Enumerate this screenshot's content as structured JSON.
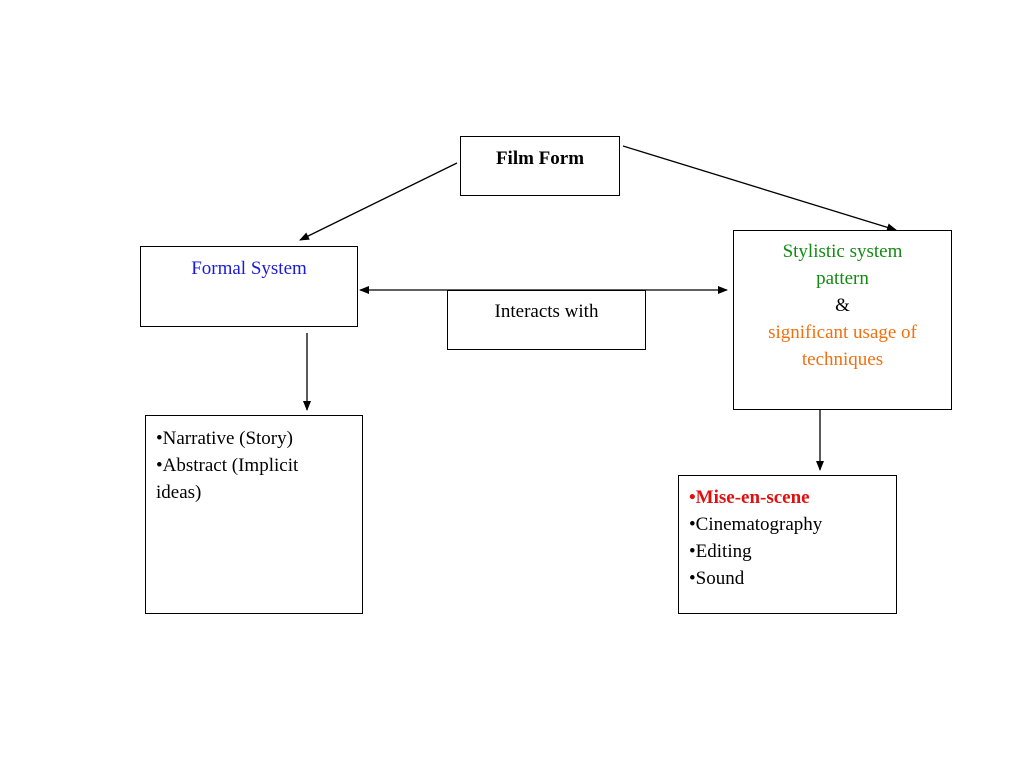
{
  "colors": {
    "formal": "#1a1adc",
    "stylistic": "#138a13",
    "significant": "#f07010",
    "mise": "#e01010"
  },
  "film_form": {
    "label": "Film Form"
  },
  "formal_system": {
    "label": "Formal  System"
  },
  "interacts": {
    "label": "Interacts with"
  },
  "stylistic": {
    "line1": "Stylistic system",
    "line2": "pattern",
    "amp": "&",
    "line3": "significant usage of",
    "line4": "techniques"
  },
  "formal_list": {
    "items": [
      "•Narrative (Story)",
      "•Abstract (Implicit",
      "ideas)"
    ]
  },
  "style_list": {
    "items": [
      "•Mise-en-scene",
      "•Cinematography",
      "•Editing",
      "•Sound"
    ]
  }
}
